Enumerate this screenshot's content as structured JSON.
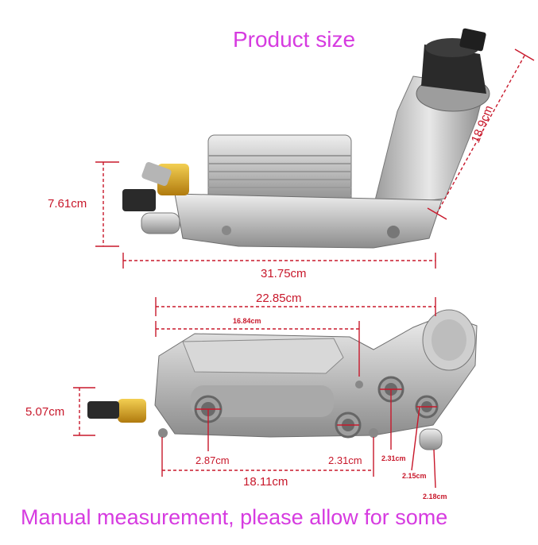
{
  "title": "Product size",
  "footer": "Manual measurement, please allow for some",
  "top_view": {
    "height_label": "7.61cm",
    "diagonal_label": "18.9cm",
    "length_label": "31.75cm"
  },
  "bottom_view": {
    "overall_length_label": "22.85cm",
    "inner_length_label": "16.84cm",
    "height_label": "5.07cm",
    "port_a_label": "2.87cm",
    "port_b_label": "2.31cm",
    "port_c_label": "2.31cm",
    "port_d_label": "2.15cm",
    "port_e_label": "2.18cm",
    "base_length_label": "18.11cm"
  },
  "colors": {
    "title": "#d63be0",
    "dimension": "#c8182b",
    "metal": "#b8b8b8",
    "sensor_brass": "#d9a21a",
    "cap": "#2b2b2b"
  }
}
